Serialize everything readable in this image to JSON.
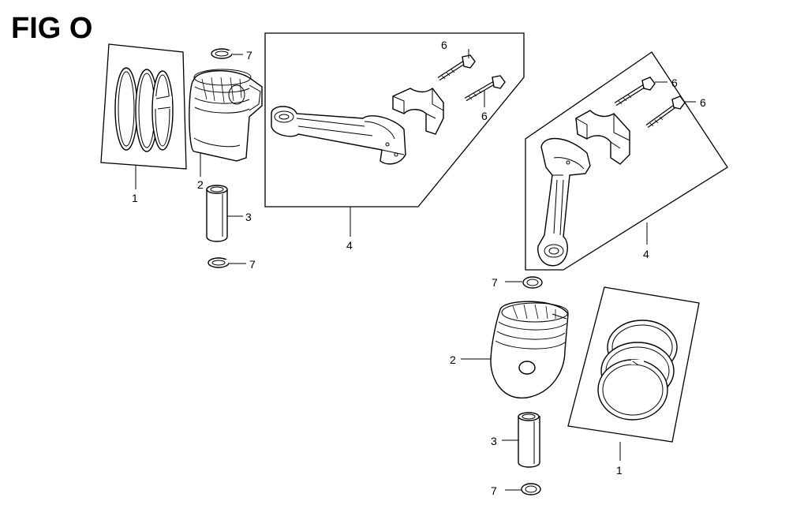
{
  "figure": {
    "title": "FIG O"
  },
  "callouts": {
    "left_rings": "1",
    "left_piston": "2",
    "left_pin": "3",
    "left_clip_top": "7",
    "left_clip_bottom": "7",
    "left_rod_assembly": "4",
    "left_bolt_a": "6",
    "left_bolt_b": "6",
    "right_bolt_a": "6",
    "right_bolt_b": "6",
    "right_rod_assembly": "4",
    "right_clip_top": "7",
    "right_piston": "2",
    "right_pin": "3",
    "right_clip_bottom": "7",
    "right_rings": "1"
  }
}
